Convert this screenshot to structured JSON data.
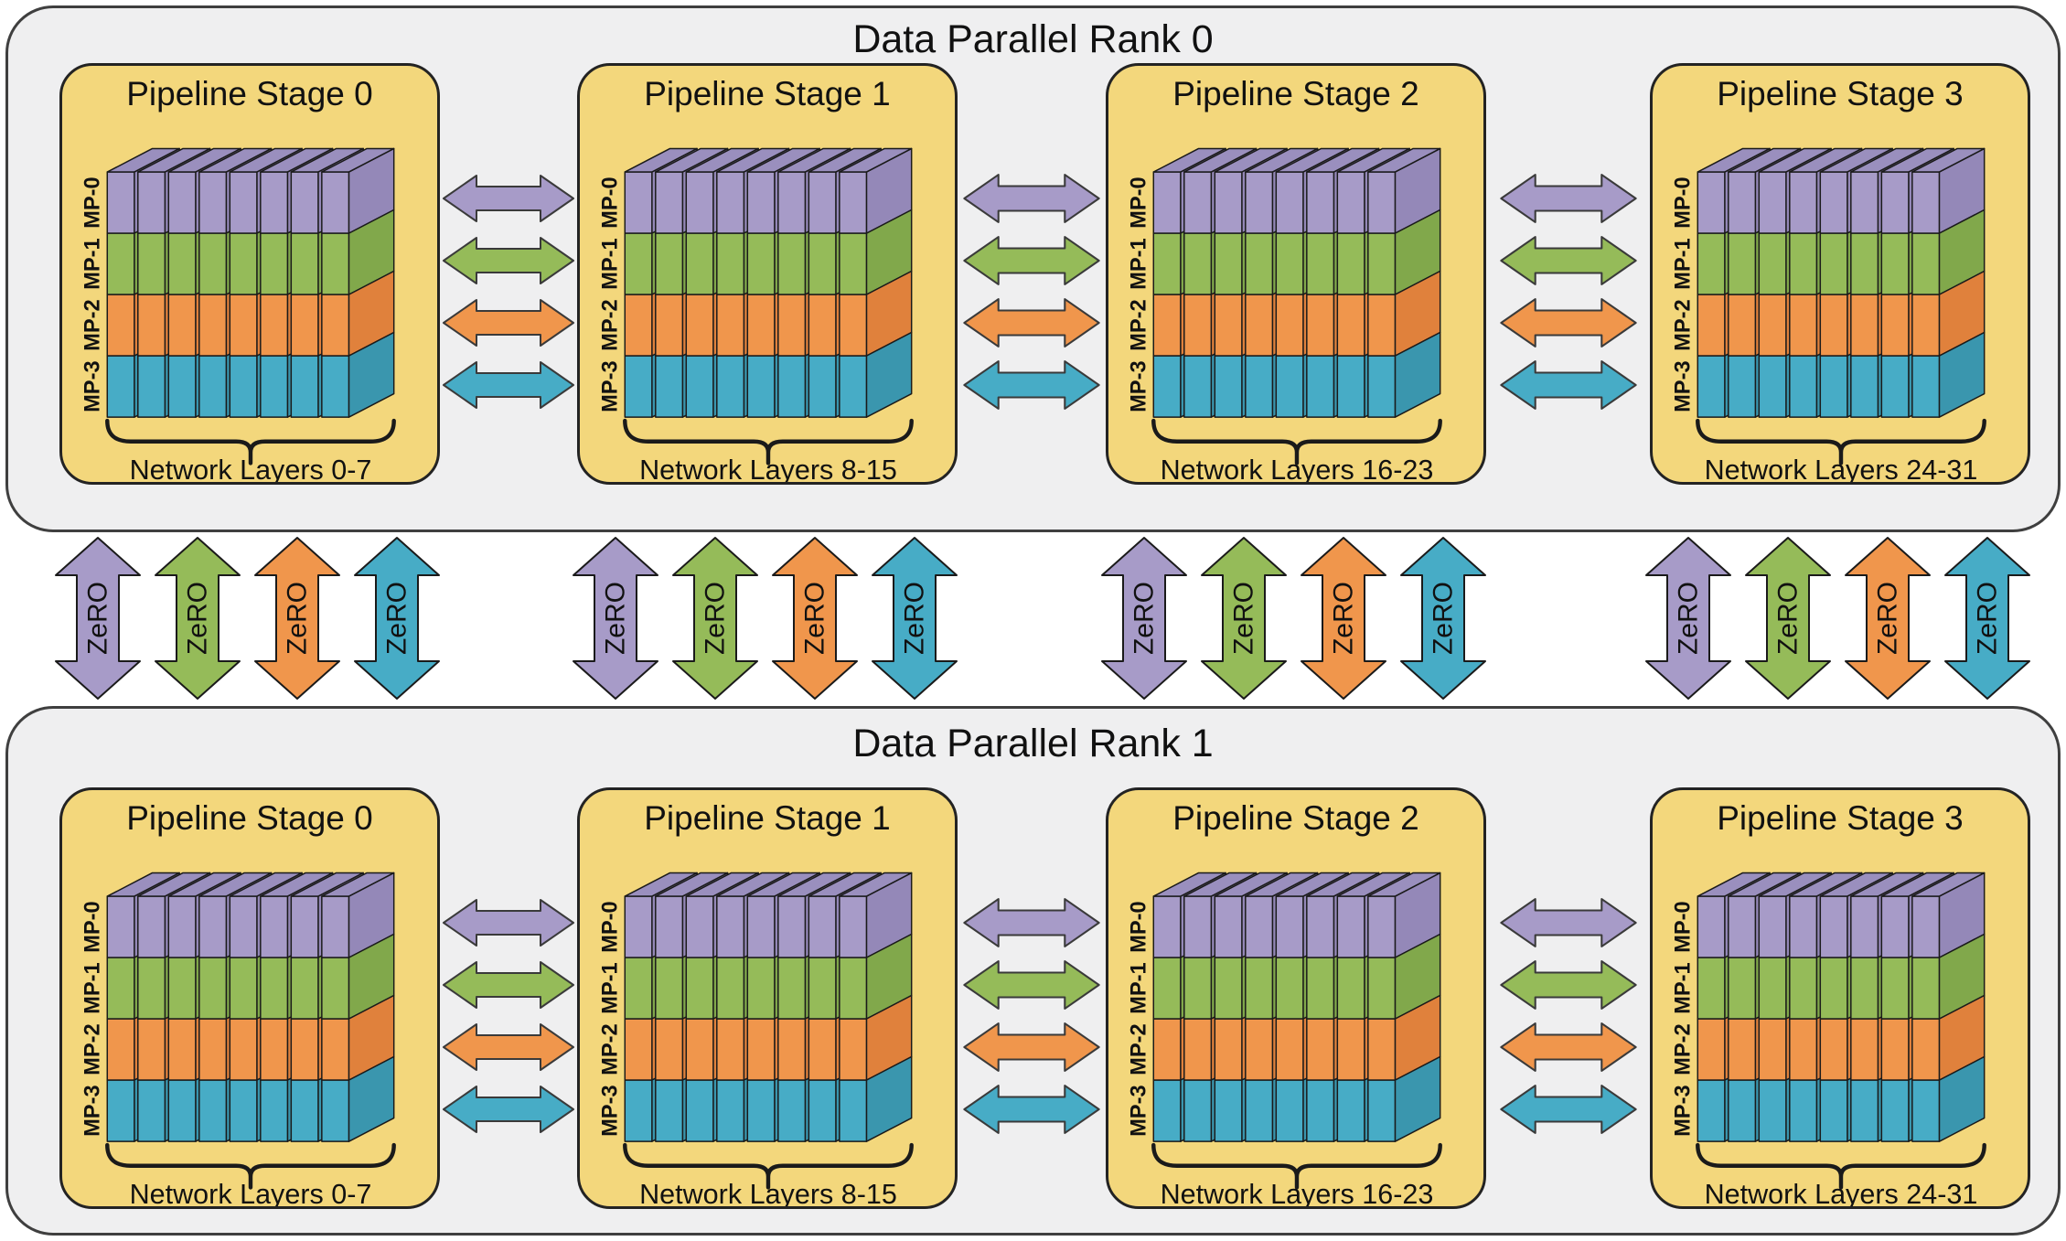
{
  "ranks": [
    {
      "title": "Data Parallel Rank 0",
      "stages": [
        {
          "title": "Pipeline Stage 0",
          "layers_label": "Network Layers 0-7"
        },
        {
          "title": "Pipeline Stage 1",
          "layers_label": "Network Layers 8-15"
        },
        {
          "title": "Pipeline Stage 2",
          "layers_label": "Network Layers 16-23"
        },
        {
          "title": "Pipeline Stage 3",
          "layers_label": "Network Layers 24-31"
        }
      ]
    },
    {
      "title": "Data Parallel Rank 1",
      "stages": [
        {
          "title": "Pipeline Stage 0",
          "layers_label": "Network Layers 0-7"
        },
        {
          "title": "Pipeline Stage 1",
          "layers_label": "Network Layers 8-15"
        },
        {
          "title": "Pipeline Stage 2",
          "layers_label": "Network Layers 16-23"
        },
        {
          "title": "Pipeline Stage 3",
          "layers_label": "Network Layers 24-31"
        }
      ]
    }
  ],
  "mp_labels": [
    "MP-0",
    "MP-1",
    "MP-2",
    "MP-3"
  ],
  "zero_label": "ZeRO",
  "slabs_per_stage": 8,
  "zero_groups": 4,
  "arrows_per_group": 4,
  "colors": {
    "mp_front": [
      "#a79bc8",
      "#95bb59",
      "#f0964c",
      "#47acc6"
    ],
    "mp_side": [
      "#9488b8",
      "#81a84b",
      "#e0813c",
      "#3a96ae"
    ],
    "slab_top": "#9a8fbe",
    "outline": "#1a1a1a",
    "stage_fill": "#f3d77c",
    "stage_border": "#232323",
    "rank_fill": "#efeff0",
    "rank_border": "#3f3f3f",
    "text": "#111111"
  }
}
